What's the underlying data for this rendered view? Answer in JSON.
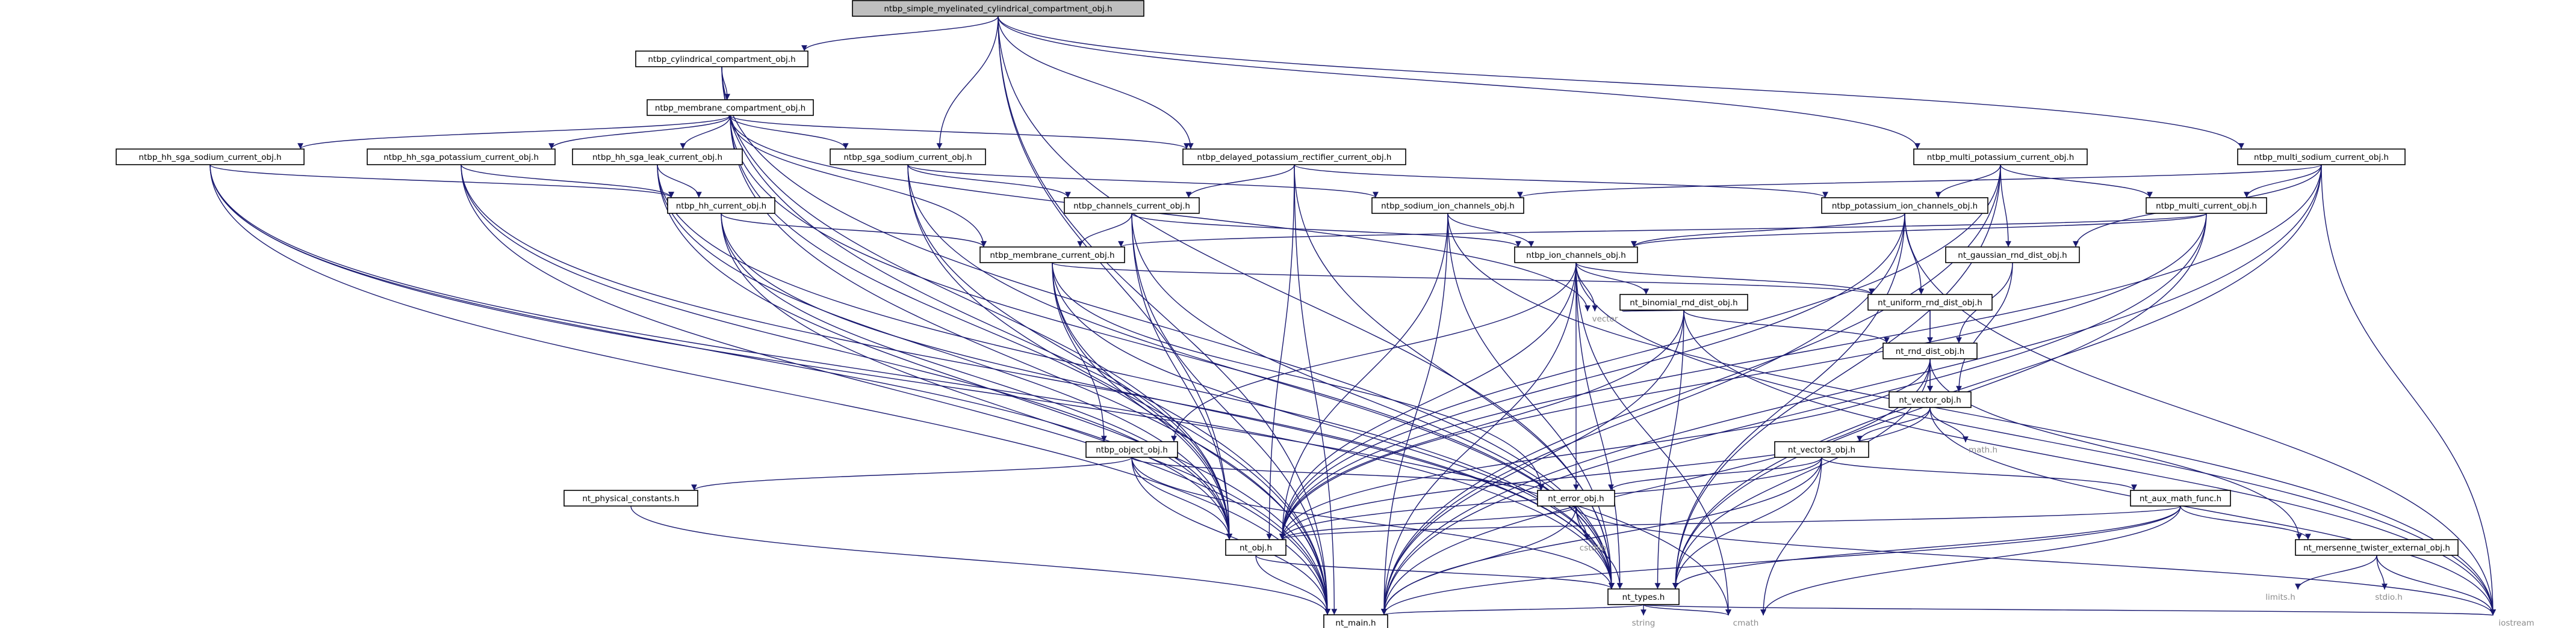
{
  "diagram": {
    "colors": {
      "edge": "#191970",
      "root_fill": "#bfbfbf",
      "node_fill": "#ffffff",
      "node_border": "#000000",
      "system_text": "#8c8c8c"
    },
    "nodes": [
      {
        "id": "root",
        "label": "ntbp_simple_myelinated_cylindrical_compartment_obj.h",
        "kind": "root"
      },
      {
        "id": "cyl",
        "label": "ntbp_cylindrical_compartment_obj.h",
        "kind": "file"
      },
      {
        "id": "memc",
        "label": "ntbp_membrane_compartment_obj.h",
        "kind": "file"
      },
      {
        "id": "hhsod",
        "label": "ntbp_hh_sga_sodium_current_obj.h",
        "kind": "file"
      },
      {
        "id": "hhpot",
        "label": "ntbp_hh_sga_potassium_current_obj.h",
        "kind": "file"
      },
      {
        "id": "hhleak",
        "label": "ntbp_hh_sga_leak_current_obj.h",
        "kind": "file"
      },
      {
        "id": "sgasod",
        "label": "ntbp_sga_sodium_current_obj.h",
        "kind": "file"
      },
      {
        "id": "delk",
        "label": "ntbp_delayed_potassium_rectifier_current_obj.h",
        "kind": "file"
      },
      {
        "id": "mpot",
        "label": "ntbp_multi_potassium_current_obj.h",
        "kind": "file"
      },
      {
        "id": "msod",
        "label": "ntbp_multi_sodium_current_obj.h",
        "kind": "file"
      },
      {
        "id": "hhcur",
        "label": "ntbp_hh_current_obj.h",
        "kind": "file"
      },
      {
        "id": "chcur",
        "label": "ntbp_channels_current_obj.h",
        "kind": "file"
      },
      {
        "id": "sodch",
        "label": "ntbp_sodium_ion_channels_obj.h",
        "kind": "file"
      },
      {
        "id": "potch",
        "label": "ntbp_potassium_ion_channels_obj.h",
        "kind": "file"
      },
      {
        "id": "mcur",
        "label": "ntbp_multi_current_obj.h",
        "kind": "file"
      },
      {
        "id": "memcur",
        "label": "ntbp_membrane_current_obj.h",
        "kind": "file"
      },
      {
        "id": "ionch",
        "label": "ntbp_ion_channels_obj.h",
        "kind": "file"
      },
      {
        "id": "gauss",
        "label": "nt_gaussian_rnd_dist_obj.h",
        "kind": "file"
      },
      {
        "id": "binom",
        "label": "nt_binomial_rnd_dist_obj.h",
        "kind": "file"
      },
      {
        "id": "unif",
        "label": "nt_uniform_rnd_dist_obj.h",
        "kind": "file"
      },
      {
        "id": "vector",
        "label": "vector",
        "kind": "system"
      },
      {
        "id": "rnd",
        "label": "nt_rnd_dist_obj.h",
        "kind": "file"
      },
      {
        "id": "vec",
        "label": "nt_vector_obj.h",
        "kind": "file"
      },
      {
        "id": "math",
        "label": "math.h",
        "kind": "system"
      },
      {
        "id": "vec3",
        "label": "nt_vector3_obj.h",
        "kind": "file"
      },
      {
        "id": "object",
        "label": "ntbp_object_obj.h",
        "kind": "file"
      },
      {
        "id": "phys",
        "label": "nt_physical_constants.h",
        "kind": "file"
      },
      {
        "id": "err",
        "label": "nt_error_obj.h",
        "kind": "file"
      },
      {
        "id": "aux",
        "label": "nt_aux_math_func.h",
        "kind": "file"
      },
      {
        "id": "cstdlib",
        "label": "cstdlib",
        "kind": "system"
      },
      {
        "id": "ntobj",
        "label": "nt_obj.h",
        "kind": "file"
      },
      {
        "id": "mers",
        "label": "nt_mersenne_twister_external_obj.h",
        "kind": "file"
      },
      {
        "id": "limits",
        "label": "limits.h",
        "kind": "system"
      },
      {
        "id": "stdio",
        "label": "stdio.h",
        "kind": "system"
      },
      {
        "id": "types",
        "label": "nt_types.h",
        "kind": "file"
      },
      {
        "id": "string",
        "label": "string",
        "kind": "system"
      },
      {
        "id": "main",
        "label": "nt_main.h",
        "kind": "file"
      },
      {
        "id": "cmath",
        "label": "cmath",
        "kind": "system"
      },
      {
        "id": "iostream",
        "label": "iostream",
        "kind": "system"
      }
    ],
    "edges": [
      [
        "root",
        "cyl"
      ],
      [
        "root",
        "sgasod"
      ],
      [
        "root",
        "delk"
      ],
      [
        "root",
        "mpot"
      ],
      [
        "root",
        "msod"
      ],
      [
        "root",
        "ntobj"
      ],
      [
        "root",
        "types"
      ],
      [
        "root",
        "main"
      ],
      [
        "cyl",
        "memc"
      ],
      [
        "cyl",
        "ntobj"
      ],
      [
        "cyl",
        "types"
      ],
      [
        "cyl",
        "main"
      ],
      [
        "memc",
        "hhsod"
      ],
      [
        "memc",
        "hhpot"
      ],
      [
        "memc",
        "hhleak"
      ],
      [
        "memc",
        "sgasod"
      ],
      [
        "memc",
        "delk"
      ],
      [
        "memc",
        "memcur"
      ],
      [
        "memc",
        "vector"
      ],
      [
        "memc",
        "ntobj"
      ],
      [
        "memc",
        "types"
      ],
      [
        "memc",
        "main"
      ],
      [
        "hhsod",
        "hhcur"
      ],
      [
        "hhsod",
        "ntobj"
      ],
      [
        "hhsod",
        "types"
      ],
      [
        "hhsod",
        "main"
      ],
      [
        "hhsod",
        "cmath"
      ],
      [
        "hhpot",
        "hhcur"
      ],
      [
        "hhpot",
        "ntobj"
      ],
      [
        "hhpot",
        "types"
      ],
      [
        "hhpot",
        "main"
      ],
      [
        "hhleak",
        "hhcur"
      ],
      [
        "hhleak",
        "ntobj"
      ],
      [
        "hhleak",
        "types"
      ],
      [
        "hhleak",
        "main"
      ],
      [
        "sgasod",
        "chcur"
      ],
      [
        "sgasod",
        "sodch"
      ],
      [
        "sgasod",
        "ntobj"
      ],
      [
        "sgasod",
        "types"
      ],
      [
        "sgasod",
        "main"
      ],
      [
        "delk",
        "chcur"
      ],
      [
        "delk",
        "potch"
      ],
      [
        "delk",
        "ntobj"
      ],
      [
        "delk",
        "types"
      ],
      [
        "delk",
        "main"
      ],
      [
        "mpot",
        "potch"
      ],
      [
        "mpot",
        "mcur"
      ],
      [
        "mpot",
        "gauss"
      ],
      [
        "mpot",
        "ntobj"
      ],
      [
        "mpot",
        "types"
      ],
      [
        "mpot",
        "main"
      ],
      [
        "msod",
        "sodch"
      ],
      [
        "msod",
        "mcur"
      ],
      [
        "msod",
        "gauss"
      ],
      [
        "msod",
        "ntobj"
      ],
      [
        "msod",
        "types"
      ],
      [
        "msod",
        "main"
      ],
      [
        "msod",
        "iostream"
      ],
      [
        "hhcur",
        "memcur"
      ],
      [
        "hhcur",
        "ntobj"
      ],
      [
        "hhcur",
        "types"
      ],
      [
        "hhcur",
        "main"
      ],
      [
        "chcur",
        "memcur"
      ],
      [
        "chcur",
        "ionch"
      ],
      [
        "chcur",
        "ntobj"
      ],
      [
        "chcur",
        "types"
      ],
      [
        "chcur",
        "main"
      ],
      [
        "sodch",
        "ionch"
      ],
      [
        "sodch",
        "ntobj"
      ],
      [
        "sodch",
        "types"
      ],
      [
        "sodch",
        "main"
      ],
      [
        "sodch",
        "iostream"
      ],
      [
        "potch",
        "ionch"
      ],
      [
        "potch",
        "unif"
      ],
      [
        "potch",
        "ntobj"
      ],
      [
        "potch",
        "types"
      ],
      [
        "potch",
        "main"
      ],
      [
        "potch",
        "iostream"
      ],
      [
        "mcur",
        "memcur"
      ],
      [
        "mcur",
        "ionch"
      ],
      [
        "mcur",
        "ntobj"
      ],
      [
        "mcur",
        "types"
      ],
      [
        "mcur",
        "main"
      ],
      [
        "memcur",
        "object"
      ],
      [
        "memcur",
        "unif"
      ],
      [
        "memcur",
        "err"
      ],
      [
        "memcur",
        "ntobj"
      ],
      [
        "memcur",
        "types"
      ],
      [
        "memcur",
        "main"
      ],
      [
        "ionch",
        "binom"
      ],
      [
        "ionch",
        "unif"
      ],
      [
        "ionch",
        "vector"
      ],
      [
        "ionch",
        "object"
      ],
      [
        "ionch",
        "err"
      ],
      [
        "ionch",
        "ntobj"
      ],
      [
        "ionch",
        "types"
      ],
      [
        "ionch",
        "main"
      ],
      [
        "ionch",
        "cmath"
      ],
      [
        "ionch",
        "iostream"
      ],
      [
        "gauss",
        "rnd"
      ],
      [
        "gauss",
        "vec"
      ],
      [
        "binom",
        "rnd"
      ],
      [
        "binom",
        "vector"
      ],
      [
        "binom",
        "ntobj"
      ],
      [
        "binom",
        "types"
      ],
      [
        "binom",
        "main"
      ],
      [
        "binom",
        "iostream"
      ],
      [
        "unif",
        "rnd"
      ],
      [
        "unif",
        "vec"
      ],
      [
        "rnd",
        "vec"
      ],
      [
        "rnd",
        "mers"
      ],
      [
        "rnd",
        "ntobj"
      ],
      [
        "rnd",
        "types"
      ],
      [
        "rnd",
        "main"
      ],
      [
        "vec",
        "vec3"
      ],
      [
        "vec",
        "math"
      ],
      [
        "vec",
        "ntobj"
      ],
      [
        "vec",
        "iostream"
      ],
      [
        "vec3",
        "aux"
      ],
      [
        "vec3",
        "err"
      ],
      [
        "vec3",
        "ntobj"
      ],
      [
        "vec3",
        "types"
      ],
      [
        "vec3",
        "main"
      ],
      [
        "vec3",
        "cmath"
      ],
      [
        "object",
        "phys"
      ],
      [
        "object",
        "err"
      ],
      [
        "object",
        "ntobj"
      ],
      [
        "object",
        "types"
      ],
      [
        "object",
        "main"
      ],
      [
        "phys",
        "main"
      ],
      [
        "err",
        "cstdlib"
      ],
      [
        "err",
        "ntobj"
      ],
      [
        "err",
        "types"
      ],
      [
        "err",
        "main"
      ],
      [
        "err",
        "iostream"
      ],
      [
        "aux",
        "mers"
      ],
      [
        "aux",
        "ntobj"
      ],
      [
        "aux",
        "types"
      ],
      [
        "aux",
        "main"
      ],
      [
        "aux",
        "cmath"
      ],
      [
        "mers",
        "limits"
      ],
      [
        "mers",
        "stdio"
      ],
      [
        "mers",
        "iostream"
      ],
      [
        "ntobj",
        "types"
      ],
      [
        "ntobj",
        "main"
      ],
      [
        "types",
        "string"
      ],
      [
        "types",
        "main"
      ],
      [
        "types",
        "cmath"
      ],
      [
        "types",
        "iostream"
      ]
    ]
  }
}
